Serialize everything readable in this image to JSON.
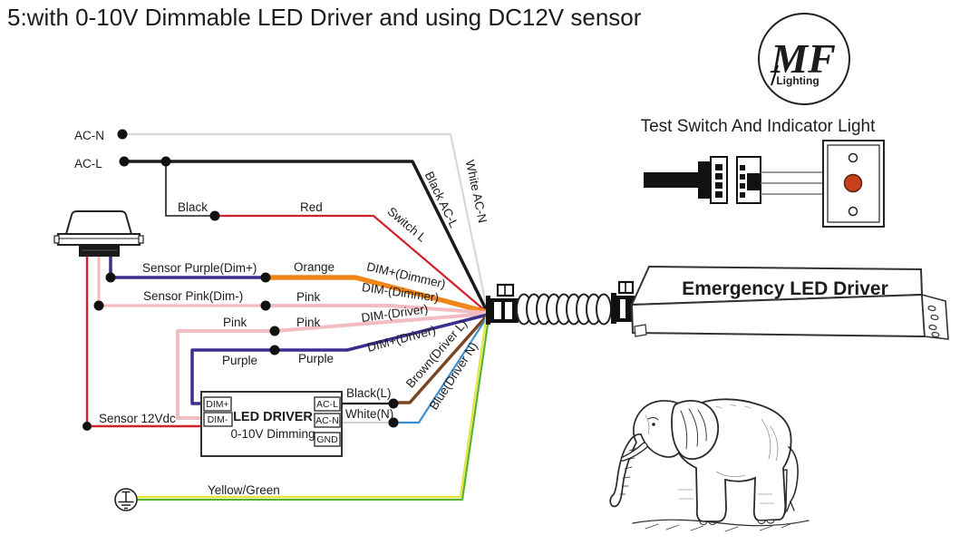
{
  "title": "5:with 0-10V Dimmable LED Driver and using  DC12V sensor",
  "logo": {
    "monogram": "MF",
    "subtitle": "Lighting",
    "color": "#2424C8"
  },
  "test_switch": {
    "label": "Test Switch And Indicator Light",
    "button_color": "#C8401A"
  },
  "emergency_driver": {
    "label": "Emergency LED Driver"
  },
  "led_driver": {
    "title": "LED DRIVER",
    "subtitle": "0-10V Dimming",
    "terminals_left": [
      "DIM+",
      "DIM-"
    ],
    "terminals_right": [
      "AC-L",
      "AC-N",
      "GND"
    ]
  },
  "labels": {
    "ac_n": "AC-N",
    "ac_l": "AC-L",
    "black": "Black",
    "red": "Red",
    "sensor_purple": "Sensor Purple(Dim+)",
    "orange": "Orange",
    "sensor_pink": "Sensor Pink(Dim-)",
    "pink_row2": "Pink",
    "pink_row3_left": "Pink",
    "pink_row3_right": "Pink",
    "purple_left": "Purple",
    "purple_right": "Purple",
    "sensor_12vdc": "Sensor 12Vdc",
    "yellow_green": "Yellow/Green",
    "white_ac_n": "White  AC-N",
    "black_ac_l": "Black AC-L",
    "switch_l": "Switch L",
    "dim_plus_dimmer": "DIM+(Dimmer)",
    "dim_minus_dimmer": "DIM-(Dimmer)",
    "dim_minus_driver": "DIM-(Driver)",
    "dim_plus_driver": "DIM+(Driver)",
    "black_l": "Black(L)",
    "white_n": "White(N)",
    "brown_driver_l": "Brown(Driver L)",
    "blue_driver_n": "Blue(Driver N)"
  },
  "colors": {
    "black_wire": "#1A1A1A",
    "white_wire": "#D8D8D8",
    "red_wire": "#D22128",
    "orange_wire": "#F0861A",
    "pink_wire": "#F3BCC2",
    "purple_wire": "#3A2F8F",
    "brown_wire": "#7A4522",
    "blue_wire": "#3C8FD2",
    "yellow_wire": "#E6E33A",
    "green_wire": "#55B42F",
    "gray_wire": "#C9C9C9"
  }
}
